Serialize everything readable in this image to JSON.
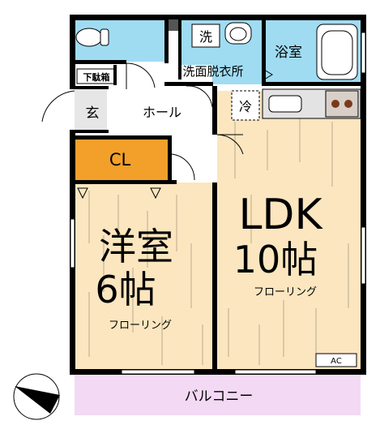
{
  "rooms": {
    "western_room": {
      "name": "洋室",
      "size": "6帖",
      "floor": "フローリング"
    },
    "ldk": {
      "name": "LDK",
      "size": "10帖",
      "floor": "フローリング"
    },
    "closet": "CL",
    "hall": "ホール",
    "entrance": "玄",
    "shoe_box": "下駄箱",
    "washroom": "洗面脱衣所",
    "washer": "洗",
    "bathroom": "浴室",
    "fridge": "冷",
    "balcony": "バルコニー",
    "aircon": "AC"
  },
  "icons": [
    "toilet-icon",
    "sink-icon",
    "bathtub-icon",
    "kitchen-counter-icon",
    "stove-icon",
    "compass-icon"
  ],
  "colors": {
    "wood_floor": "#fbe6bf",
    "wet_area": "#9fdcf2",
    "closet": "#f2a02a",
    "balcony": "#f3d9f3"
  }
}
